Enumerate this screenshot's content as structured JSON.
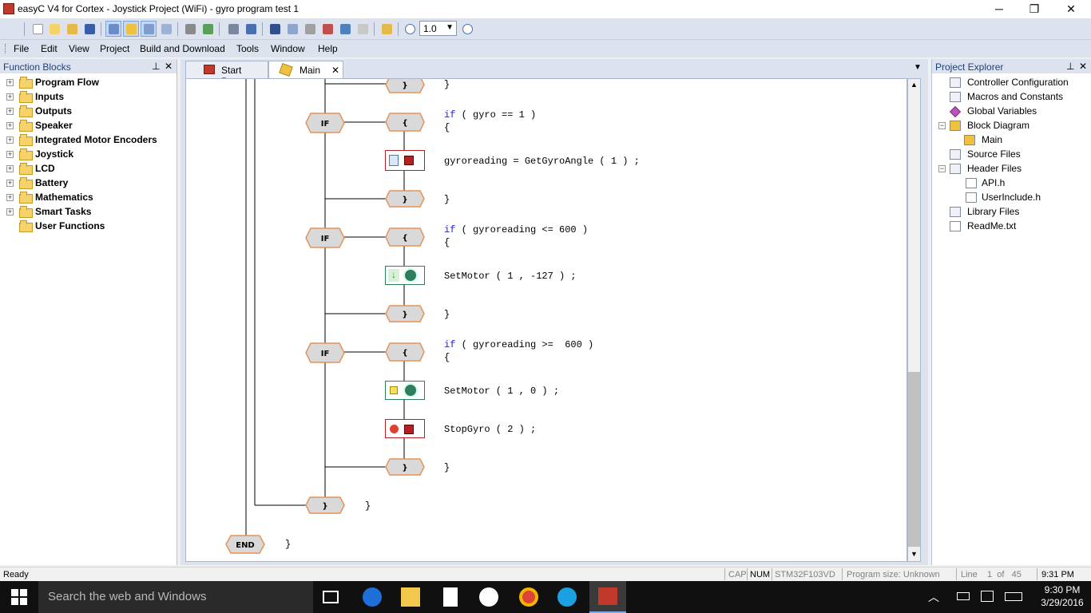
{
  "window": {
    "title": "easyC V4 for Cortex - Joystick Project (WiFi) - gyro program test 1",
    "minimize": "─",
    "restore": "❐",
    "close": "✕"
  },
  "toolbar": {
    "zoom_value": "1.0"
  },
  "menu": [
    "File",
    "Edit",
    "View",
    "Project",
    "Build and Download",
    "Tools",
    "Window",
    "Help"
  ],
  "function_blocks": {
    "title": "Function Blocks",
    "items": [
      "Program Flow",
      "Inputs",
      "Outputs",
      "Speaker",
      "Integrated Motor Encoders",
      "Joystick",
      "LCD",
      "Battery",
      "Mathematics",
      "Smart Tasks",
      "User Functions"
    ]
  },
  "tabs": [
    {
      "label": "Start Page"
    },
    {
      "label": "Main"
    }
  ],
  "diagram": {
    "blocks": {
      "if": "IF",
      "open": "{",
      "close": "}",
      "end": "END"
    },
    "code": {
      "close_top": "}",
      "if1": "( gyro == 1 )",
      "kw_if": "if",
      "open": "{",
      "gyro_read": "gyroreading = GetGyroAngle ( 1 ) ;",
      "close1": "}",
      "if2": "( gyroreading <= 600 )",
      "set_motor_1": "SetMotor ( 1 , -127 ) ;",
      "close2": "}",
      "if3": "( gyroreading >=  600 )",
      "set_motor_2": "SetMotor ( 1 , 0 ) ;",
      "stop_gyro": "StopGyro ( 2 ) ;",
      "close3": "}",
      "close_outer": "}",
      "close_end": "}"
    }
  },
  "project_explorer": {
    "title": "Project Explorer",
    "items": [
      "Controller Configuration",
      "Macros and Constants",
      "Global Variables",
      "Block Diagram",
      "Main",
      "Source Files",
      "Header Files",
      "API.h",
      "UserInclude.h",
      "Library Files",
      "ReadMe.txt"
    ]
  },
  "status": {
    "left": "Ready",
    "cap": "CAP",
    "num": "NUM",
    "chip": "STM32F103VD",
    "program_size": "Program size: Unknown",
    "line": "Line    1  of   45",
    "time": "9:31 PM"
  },
  "taskbar": {
    "search_placeholder": "Search the web and Windows",
    "clock_time": "9:30 PM",
    "clock_date": "3/29/2016"
  },
  "colors": {
    "keyword": "#2424d8",
    "block_orange": "#e7925a",
    "block_gray": "#d9d9d9",
    "panel_header": "#1f3f78"
  }
}
